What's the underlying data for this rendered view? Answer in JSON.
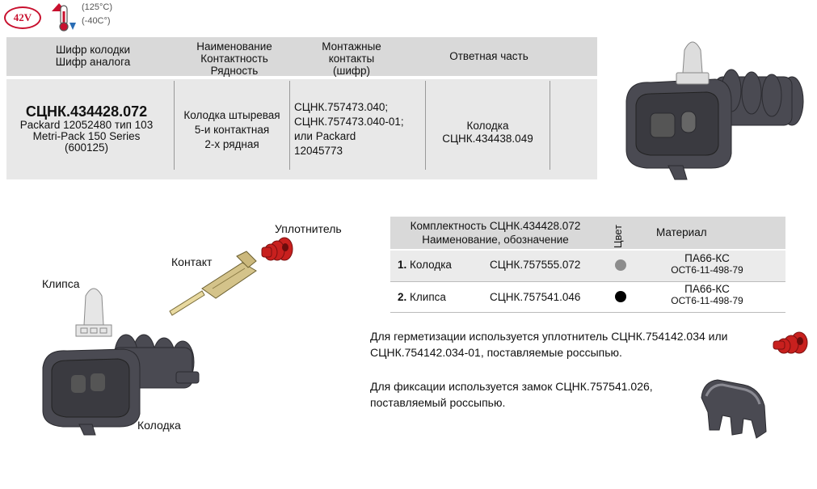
{
  "badges": {
    "voltage": "42V",
    "temp_high": "(125°C)",
    "temp_low": "(-40C°)"
  },
  "table": {
    "headers": {
      "col1": [
        "Шифр колодки",
        "Шифр аналога"
      ],
      "col2": [
        "Наименование",
        "Контактность",
        "Рядность"
      ],
      "col3": [
        "Монтажные",
        "контакты",
        "(шифр)"
      ],
      "col4": "Ответная часть"
    },
    "row": {
      "code": "СЦНК.434428.072",
      "analog": [
        "Packard 12052480 тип 103",
        "Metri-Pack 150 Series",
        "(600125)"
      ],
      "name": [
        "Колодка штыревая",
        "5-и контактная",
        "2-х рядная"
      ],
      "contacts": [
        "СЦНК.757473.040;",
        "СЦНК.757473.040-01;",
        "или Packard",
        "12045773"
      ],
      "mate": [
        "Колодка",
        "СЦНК.434438.049"
      ]
    }
  },
  "labels": {
    "seal": "Уплотнитель",
    "contact": "Контакт",
    "clip": "Клипса",
    "housing": "Колодка"
  },
  "kit": {
    "header_title": "Комплектность СЦНК.434428.072",
    "header_subtitle": "Наименование, обозначение",
    "header_color": "Цвет",
    "header_material": "Материал",
    "rows": [
      {
        "num": "1.",
        "name": "Колодка",
        "code": "СЦНК.757555.072",
        "color": "#8c8c8c",
        "material": "ПА66-КС",
        "standard": "ОСТ6-11-498-79"
      },
      {
        "num": "2.",
        "name": "Клипса",
        "code": "СЦНК.757541.046",
        "color": "#000000",
        "material": "ПА66-КС",
        "standard": "ОСТ6-11-498-79"
      }
    ]
  },
  "notes": {
    "seal_line1": "Для герметизации используется уплотнитель СЦНК.754142.034 или",
    "seal_line2": "СЦНК.754142.034-01, поставляемые россыпью.",
    "lock_line1": "Для фиксации используется замок СЦНК.757541.026,",
    "lock_line2": "поставляемый россыпью."
  },
  "colors": {
    "voltage_red": "#c8102e",
    "seal_red": "#c8201e",
    "housing_grey": "#4a4a52"
  }
}
